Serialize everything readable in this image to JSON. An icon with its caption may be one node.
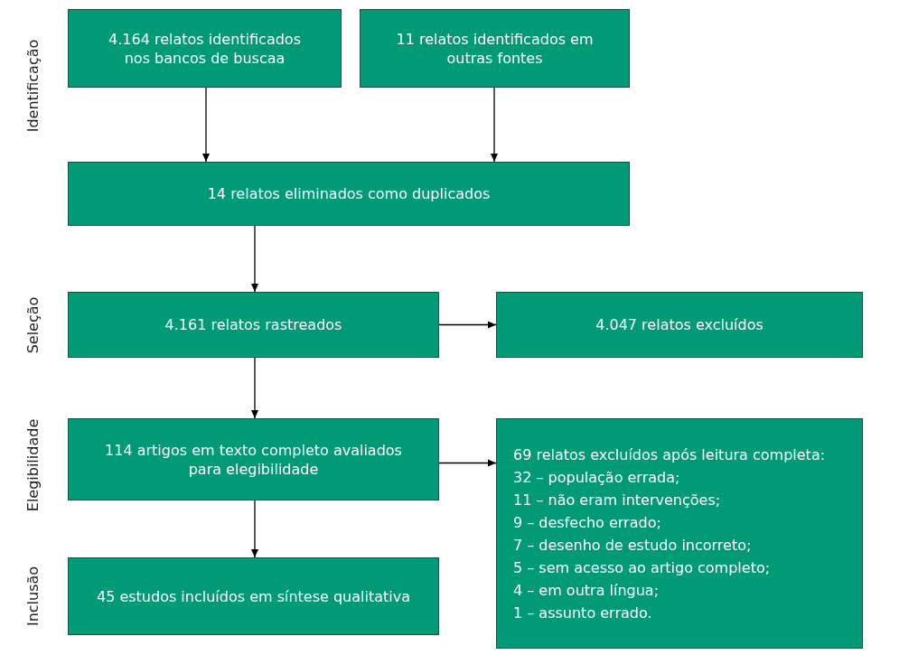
{
  "diagram": {
    "nodes": [
      {
        "text": [
          "4.164 relatos identificados nos bancos de buscaa"
        ]
      },
      {
        "text": [
          "11 relatos identificados em outras fontes"
        ]
      },
      {
        "text": [
          "14 relatos eliminados como duplicados"
        ]
      },
      {
        "text": [
          "4.161 relatos rastreados"
        ]
      },
      {
        "text": [
          "4.047 relatos excluídos"
        ]
      },
      {
        "text": [
          "114 artigos em texto completo avaliados para elegibilidade"
        ]
      },
      {
        "text": [
          "69 relatos excluídos após leitura completa:",
          "32 – população errada;",
          "11 – não eram intervenções;",
          "9 – desfecho errado;",
          "7 – desenho de estudo incorreto;",
          "5 – sem acesso ao artigo completo;",
          "4 – em outra língua;",
          "1 – assunto errado."
        ]
      },
      {
        "text": [
          "45 estudos incluídos em síntese qualitativa"
        ]
      }
    ],
    "edges": [
      {
        "from": 0,
        "to": 2,
        "arrow": "to"
      },
      {
        "from": 1,
        "to": 2,
        "arrow": "to"
      },
      {
        "from": 2,
        "to": 3,
        "arrow": "to"
      },
      {
        "from": 3,
        "to": 4,
        "arrow": "to"
      },
      {
        "from": 3,
        "to": 5,
        "arrow": "to"
      },
      {
        "from": 5,
        "to": 6,
        "arrow": "to"
      },
      {
        "from": 5,
        "to": 7,
        "arrow": "to"
      }
    ],
    "labels": [
      "Identificação",
      "Seleção",
      "Elegibilidade",
      "Inclusão"
    ]
  }
}
